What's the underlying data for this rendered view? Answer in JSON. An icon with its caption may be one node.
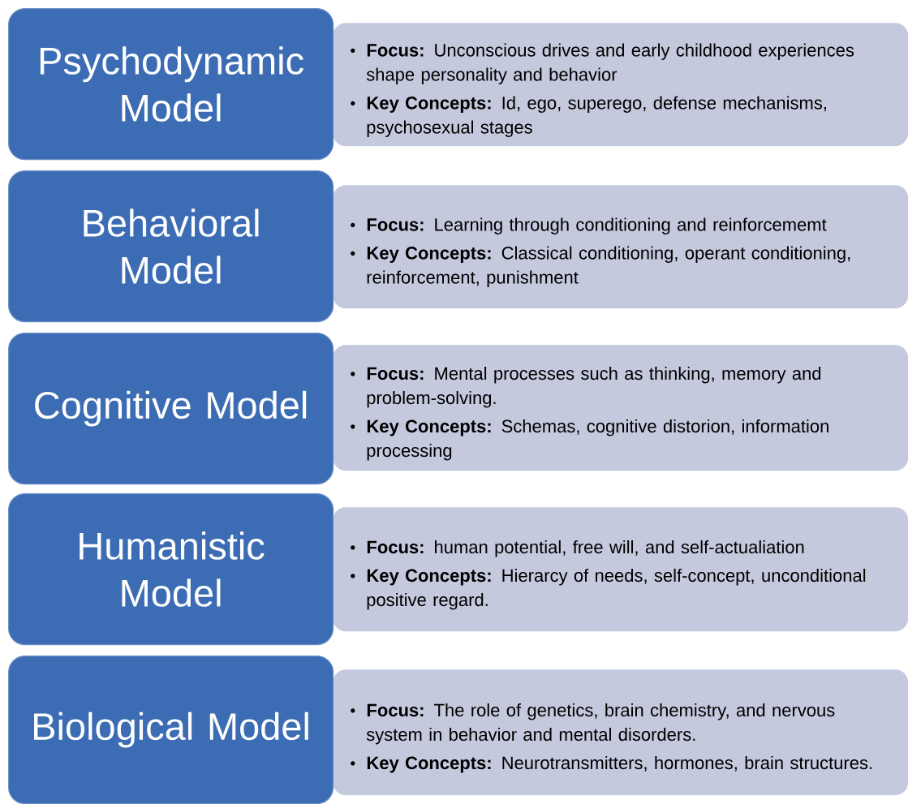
{
  "diagram": {
    "nodes": [
      {
        "text": [
          "Psychodynamic Model"
        ]
      },
      {
        "text": [
          "**Focus:** Unconscious drives and early childhood experiences shape personality and behavior",
          "**Key Concepts:** Id, ego, superego, defense mechanisms, psychosexual stages"
        ]
      },
      {
        "text": [
          "Behavioral Model"
        ]
      },
      {
        "text": [
          "**Focus:** Learning through conditioning and reinforcememt",
          "**Key Concepts:** Classical conditioning, operant conditioning, reinforcement, punishment"
        ]
      },
      {
        "text": [
          "Cognitive Model"
        ]
      },
      {
        "text": [
          "**Focus:** Mental processes such as thinking, memory and problem-solving.",
          "**Key Concepts:** Schemas, cognitive distorion, information processing"
        ]
      },
      {
        "text": [
          "Humanistic Model"
        ]
      },
      {
        "text": [
          "**Focus:** human potential, free will, and self-actualiation",
          "**Key Concepts:** Hierarcy of needs, self-concept, unconditional positive regard."
        ]
      },
      {
        "text": [
          "Biological Model"
        ]
      },
      {
        "text": [
          "**Focus:** The role of genetics, brain chemistry, and nervous system in behavior and mental disorders.",
          "**Key Concepts:** Neurotransmitters, hormones, brain structures."
        ]
      }
    ]
  }
}
